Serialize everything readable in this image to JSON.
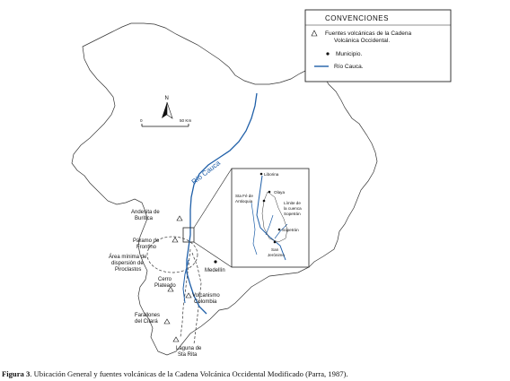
{
  "legend": {
    "title": "CONVENCIONES",
    "items": [
      {
        "icon": "volcano-triangle-icon",
        "label_line1": "Fuentes volcánicas  de la Cadena",
        "label_line2": "Volcánica Occidental."
      },
      {
        "icon": "municipality-dot-icon",
        "label_line1": "Municipio.",
        "label_line2": ""
      },
      {
        "icon": "river-line-icon",
        "label_line1": "Río Cauca.",
        "label_line2": ""
      }
    ],
    "colors": {
      "river": "#1f5fa8"
    }
  },
  "north_arrow": {
    "label": "N"
  },
  "scale_bar": {
    "start": "0",
    "end": "50 Km"
  },
  "river_label": "Río Cauca",
  "labels": {
    "andesita_1": "Andesita de",
    "andesita_2": "Buritica",
    "paramo_1": "Páramo de",
    "paramo_2": "Frontino",
    "area_1": "Área mínima de",
    "area_2": "dispersión de",
    "area_3": "Piroclastos",
    "medellin": "Medellín",
    "cerro_1": "Cerro",
    "cerro_2": "Plateado",
    "volcanismo_1": "Volcanismo",
    "volcanismo_2": "Colombia",
    "farallones_1": "Farallones",
    "farallones_2": "del Citará",
    "laguna_1": "Laguna de",
    "laguna_2": "Sta Rita"
  },
  "inset": {
    "liborina": "Liborina",
    "olaya": "Olaya",
    "stafe_1": "Sta Fé de",
    "stafe_2": "Antioquia",
    "limite_1": "Límite de",
    "limite_2": "la cuenca",
    "limite_3": "Sopetrán",
    "sopetran": "Sopetrán",
    "sanjer_1": "San",
    "sanjer_2": "Jerónimo"
  },
  "caption": {
    "bold": "Figura 3",
    "text": ". Ubicación General y fuentes volcánicas  de la Cadena Volcánica Occidental Modificado (Parra, 1987)."
  }
}
